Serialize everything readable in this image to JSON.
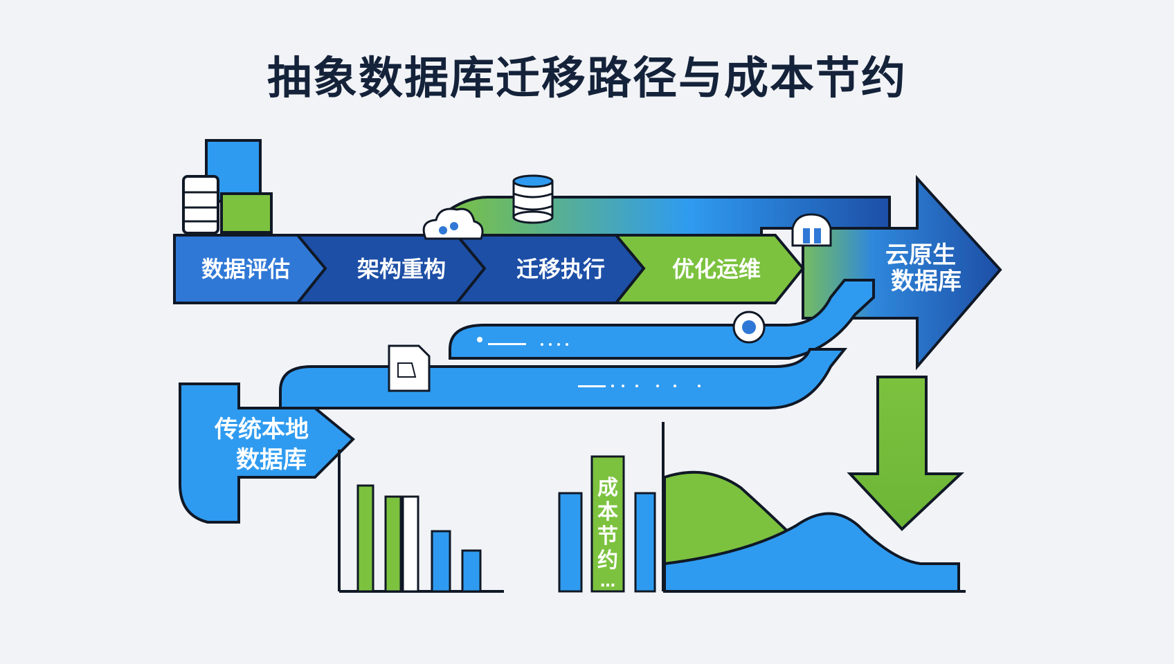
{
  "title": "抽象数据库迁移路径与成本节约",
  "stages": [
    {
      "label": "数据评估"
    },
    {
      "label": "架构重构"
    },
    {
      "label": "迁移执行"
    },
    {
      "label": "优化运维"
    }
  ],
  "target": {
    "line1": "云原生",
    "line2": "数据库"
  },
  "source": {
    "line1": "传统本地",
    "line2": "数据库"
  },
  "savings_label": [
    "成",
    "本",
    "节",
    "约"
  ],
  "savings_ellipsis": "…",
  "colors": {
    "blue_dark": "#1d4fa6",
    "blue_mid": "#2f78d6",
    "blue_light": "#2f9bf0",
    "green": "#7cc23f",
    "outline": "#101826",
    "background": "#f1f3f6"
  }
}
